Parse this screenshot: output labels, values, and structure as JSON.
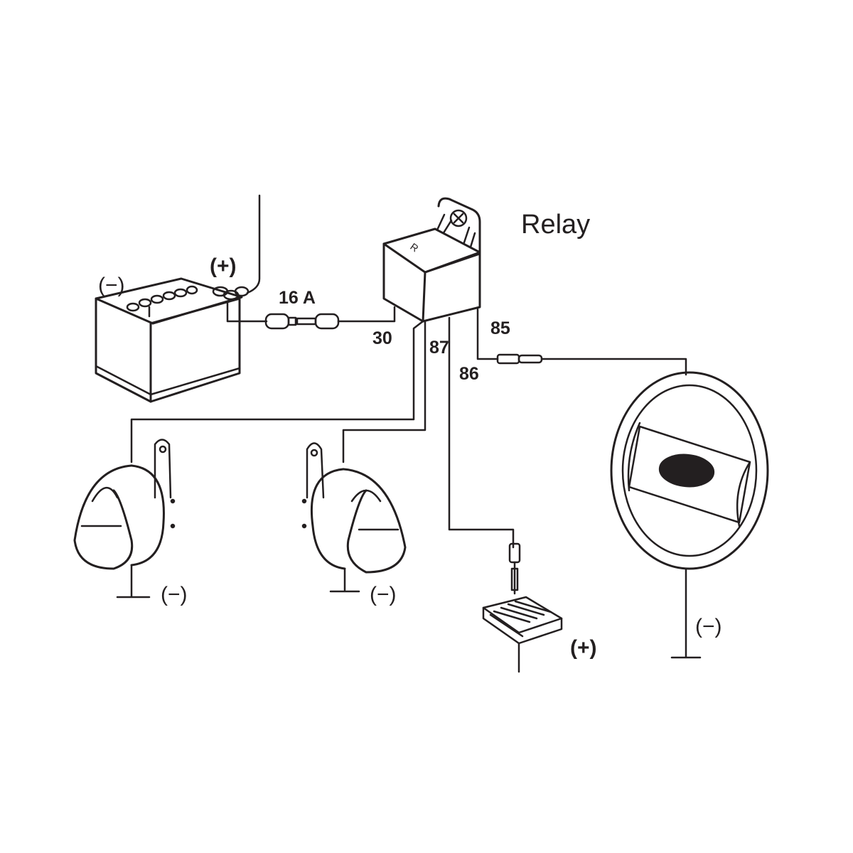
{
  "title": "Relay",
  "fuse_rating": "16 A",
  "relay_pins": {
    "p30": "30",
    "p87": "87",
    "p86": "86",
    "p85": "85"
  },
  "relay_marking": "R",
  "battery": {
    "negative": "(−)",
    "positive": "(+)"
  },
  "horn_left": {
    "ground": "(−)"
  },
  "horn_right": {
    "ground": "(−)"
  },
  "fuse_box": {
    "supply": "(+)"
  },
  "steering_wheel": {
    "ground": "(−)"
  },
  "colors": {
    "line": "#231f20",
    "background": "#ffffff"
  }
}
